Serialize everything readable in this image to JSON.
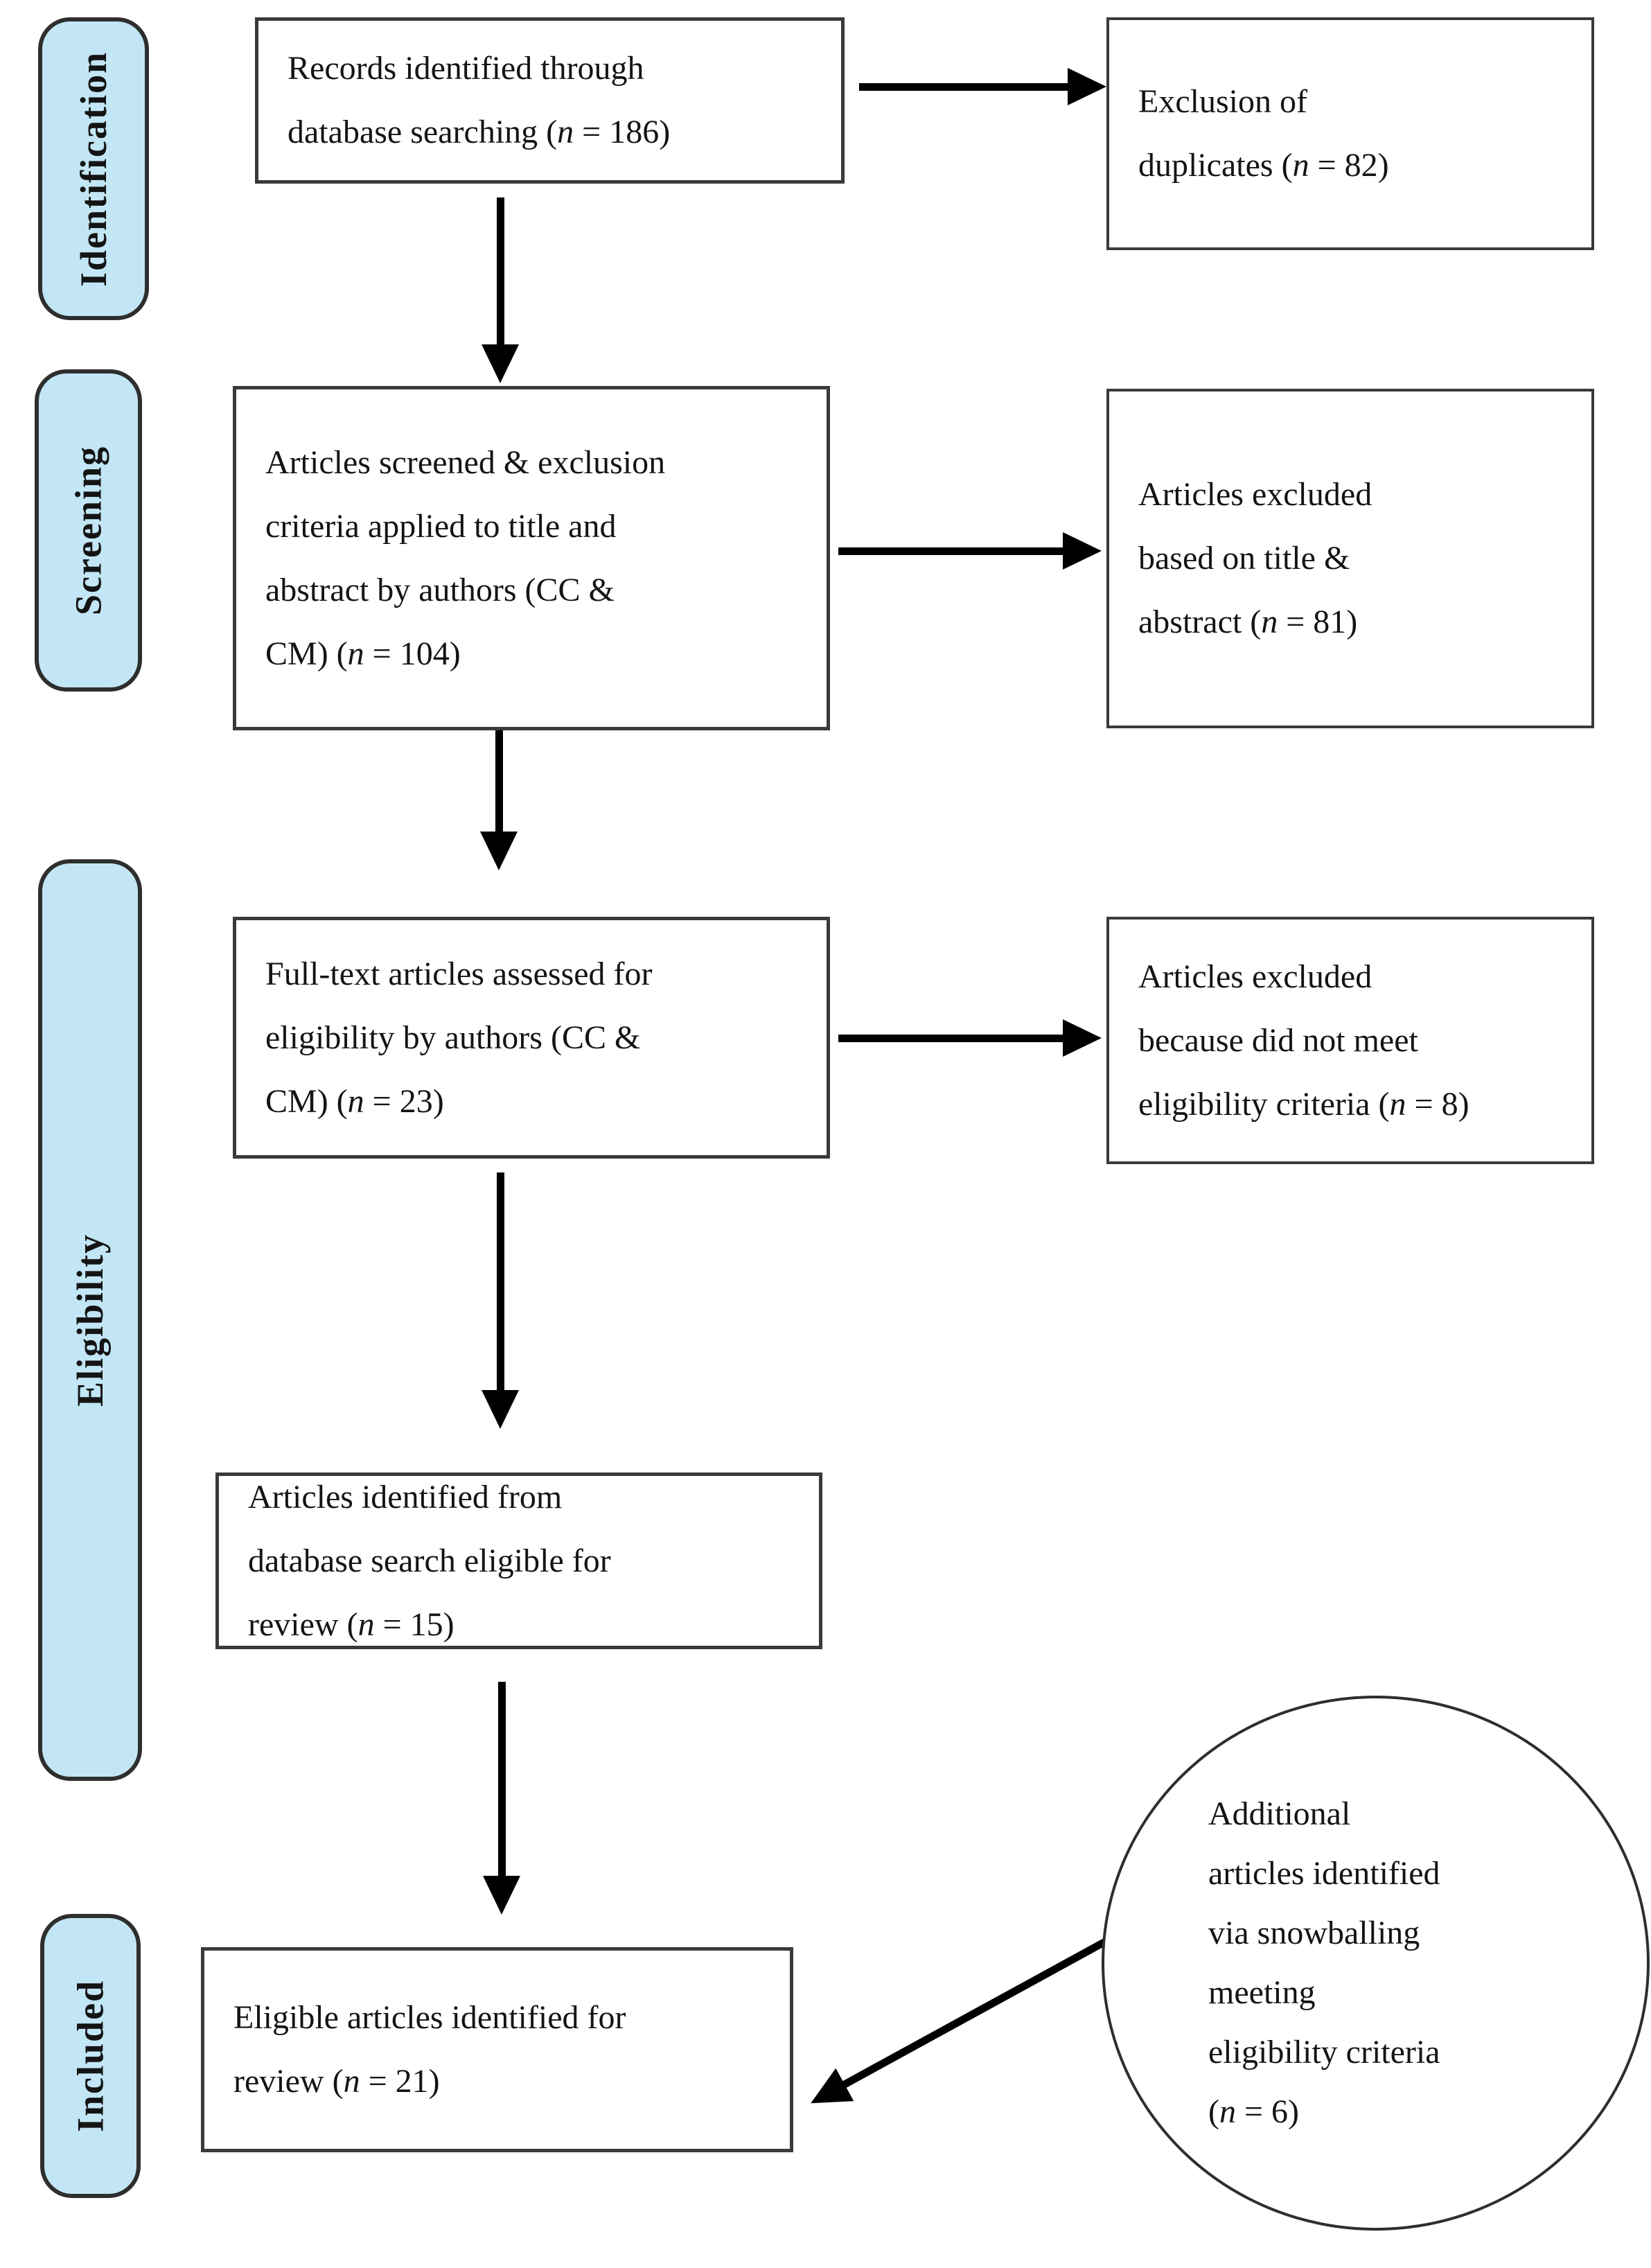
{
  "colors": {
    "background": "#ffffff",
    "stage_fill": "#c2e6f5",
    "stage_border": "#2e2e2e",
    "box_fill": "#ffffff",
    "box_border": "#3a3a3a",
    "arrow": "#000000",
    "text": "#141414"
  },
  "stages": [
    {
      "id": "identification",
      "label": "Identification"
    },
    {
      "id": "screening",
      "label": "Screening"
    },
    {
      "id": "eligibility",
      "label": "Eligibility"
    },
    {
      "id": "included",
      "label": "Included"
    }
  ],
  "nodes": {
    "records": {
      "lines": [
        "Records identified through",
        "database searching (n = 186)"
      ],
      "n": 186
    },
    "duplicates": {
      "lines": [
        "Exclusion of",
        "duplicates (n = 82)"
      ],
      "n": 82
    },
    "screened": {
      "lines": [
        "Articles screened & exclusion",
        "criteria applied to title and",
        "abstract by authors (CC &",
        "CM) (n = 104)"
      ],
      "n": 104
    },
    "excluded_title_abstract": {
      "lines": [
        "Articles excluded",
        "based on title &",
        "abstract (n = 81)"
      ],
      "n": 81
    },
    "fulltext": {
      "lines": [
        "Full-text articles assessed for",
        "eligibility by authors (CC &",
        "CM) (n = 23)"
      ],
      "n": 23
    },
    "excluded_eligibility": {
      "lines": [
        "Articles excluded",
        "because did not meet",
        "eligibility criteria (n = 8)"
      ],
      "n": 8
    },
    "database_eligible": {
      "lines": [
        "Articles identified from",
        "database search eligible for",
        "review (n = 15)"
      ],
      "n": 15
    },
    "included_review": {
      "lines": [
        "Eligible articles identified for",
        "review (n = 21)"
      ],
      "n": 21
    },
    "snowballing": {
      "lines": [
        "Additional",
        "articles identified",
        "via snowballing",
        "meeting",
        "eligibility criteria",
        "(n = 6)"
      ],
      "n": 6
    }
  }
}
